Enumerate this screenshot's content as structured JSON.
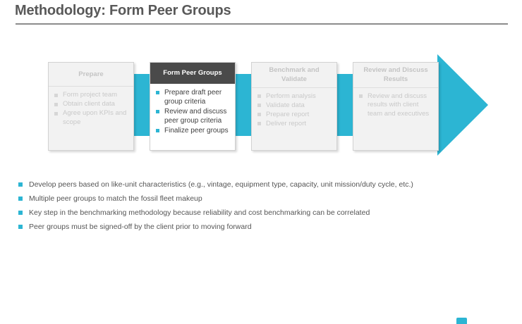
{
  "slide": {
    "title": "Methodology: Form Peer Groups"
  },
  "colors": {
    "accent_teal": "#2CB5D3",
    "active_header_bg": "#4A4A4A",
    "title_text": "#595959",
    "inactive_text": "#C9C9C9"
  },
  "process": {
    "arrow_direction": "right",
    "stages": [
      {
        "header": "Prepare",
        "active": false,
        "items": [
          "Form project team",
          "Obtain client data",
          "Agree upon KPIs and scope"
        ]
      },
      {
        "header": "Form Peer Groups",
        "active": true,
        "items": [
          "Prepare draft peer group criteria",
          "Review and discuss peer group criteria",
          "Finalize peer groups"
        ]
      },
      {
        "header": "Benchmark and Validate",
        "active": false,
        "items": [
          "Perform analysis",
          "Validate data",
          "Prepare report",
          "Deliver report"
        ]
      },
      {
        "header": "Review and Discuss Results",
        "active": false,
        "items": [
          "Review and discuss results with client team and executives"
        ]
      }
    ]
  },
  "key_points": [
    "Develop peers based on like-unit characteristics (e.g., vintage, equipment type, capacity, unit mission/duty cycle, etc.)",
    "Multiple peer groups to match the fossil fleet makeup",
    "Key step in the benchmarking methodology because reliability and cost benchmarking can be correlated",
    "Peer groups must be signed-off by the client prior to moving forward"
  ]
}
